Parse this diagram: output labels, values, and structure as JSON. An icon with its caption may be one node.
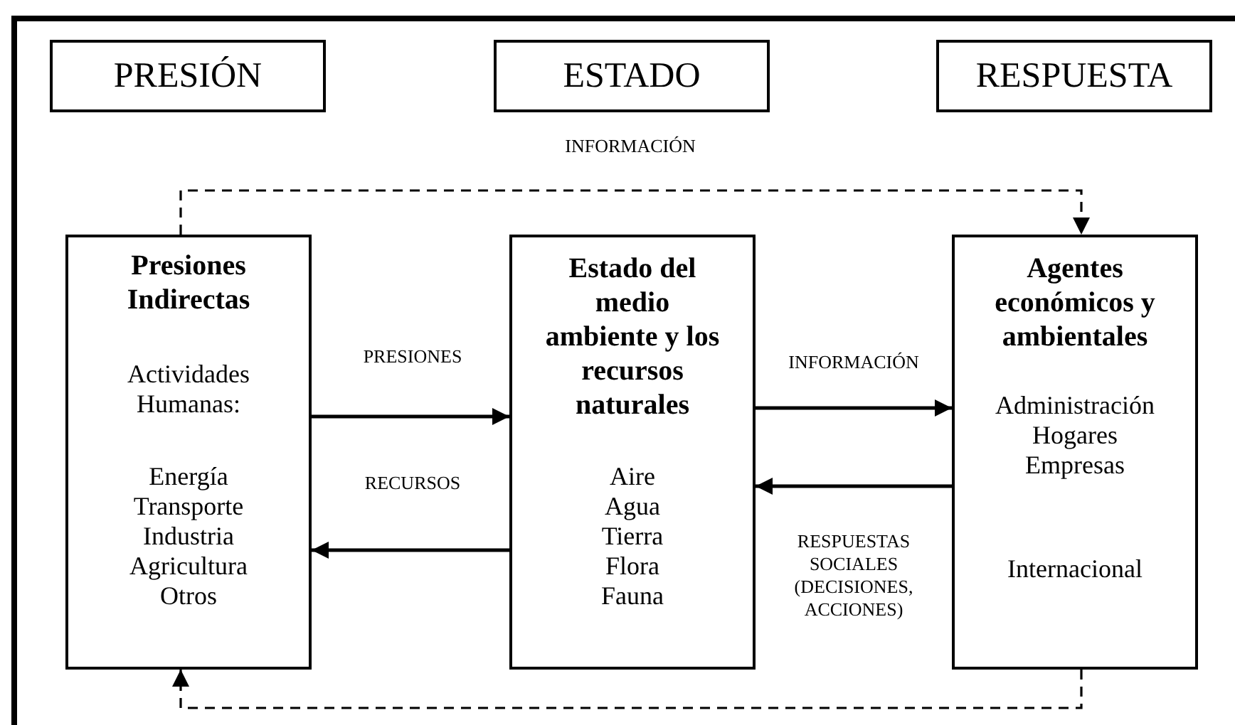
{
  "diagram": {
    "nodes": [
      {
        "text": [
          "PRESIÓN"
        ]
      },
      {
        "text": [
          "ESTADO"
        ]
      },
      {
        "text": [
          "RESPUESTA"
        ]
      },
      {
        "text": [
          "Presiones Indirectas",
          "Actividades Humanas:",
          "Energía Transporte Industria Agricultura Otros"
        ]
      },
      {
        "text": [
          "Estado del medio ambiente y los recursos naturales",
          "Aire Agua Tierra Flora Fauna"
        ]
      },
      {
        "text": [
          "Agentes económicos y ambientales",
          "Administración Hogares Empresas",
          "Internacional"
        ]
      }
    ],
    "edges": [
      {
        "from": 3,
        "to": 5,
        "arrow": "to",
        "style": "dashed",
        "label": "INFORMACIÓN"
      },
      {
        "from": 3,
        "to": 4,
        "arrow": "to",
        "label": "PRESIONES"
      },
      {
        "from": 4,
        "to": 3,
        "arrow": "to",
        "label": "RECURSOS"
      },
      {
        "from": 4,
        "to": 5,
        "arrow": "to",
        "label": "INFORMACIÓN"
      },
      {
        "from": 5,
        "to": 4,
        "arrow": "to",
        "label": "RESPUESTAS SOCIALES (DECISIONES, ACCIONES)"
      },
      {
        "from": 5,
        "to": 3,
        "arrow": "to",
        "style": "dashed"
      }
    ]
  }
}
